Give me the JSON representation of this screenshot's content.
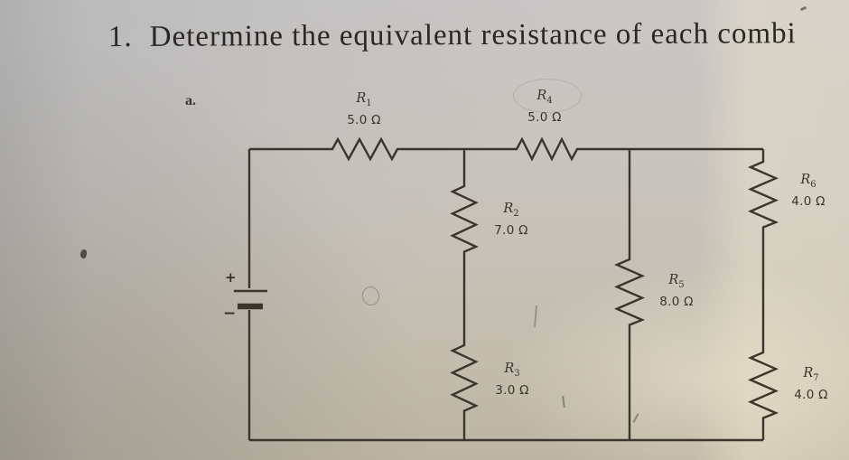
{
  "header": {
    "problem_number": "1.",
    "problem_text": "Determine the equivalent resistance of each combi"
  },
  "circuit": {
    "part_label": "a.",
    "battery": {
      "positive": "+",
      "negative": "−"
    },
    "resistors": {
      "r1": {
        "symbol": "R",
        "sub": "1",
        "value": "5.0 Ω"
      },
      "r2": {
        "symbol": "R",
        "sub": "2",
        "value": "7.0 Ω"
      },
      "r3": {
        "symbol": "R",
        "sub": "3",
        "value": "3.0 Ω"
      },
      "r4": {
        "symbol": "R",
        "sub": "4",
        "value": "5.0 Ω"
      },
      "r5": {
        "symbol": "R",
        "sub": "5",
        "value": "8.0 Ω"
      },
      "r6": {
        "symbol": "R",
        "sub": "6",
        "value": "4.0 Ω"
      },
      "r7": {
        "symbol": "R",
        "sub": "7",
        "value": "4.0 Ω"
      }
    },
    "colors": {
      "ink": "#3b352b",
      "paper": "#c7c3bb"
    }
  }
}
